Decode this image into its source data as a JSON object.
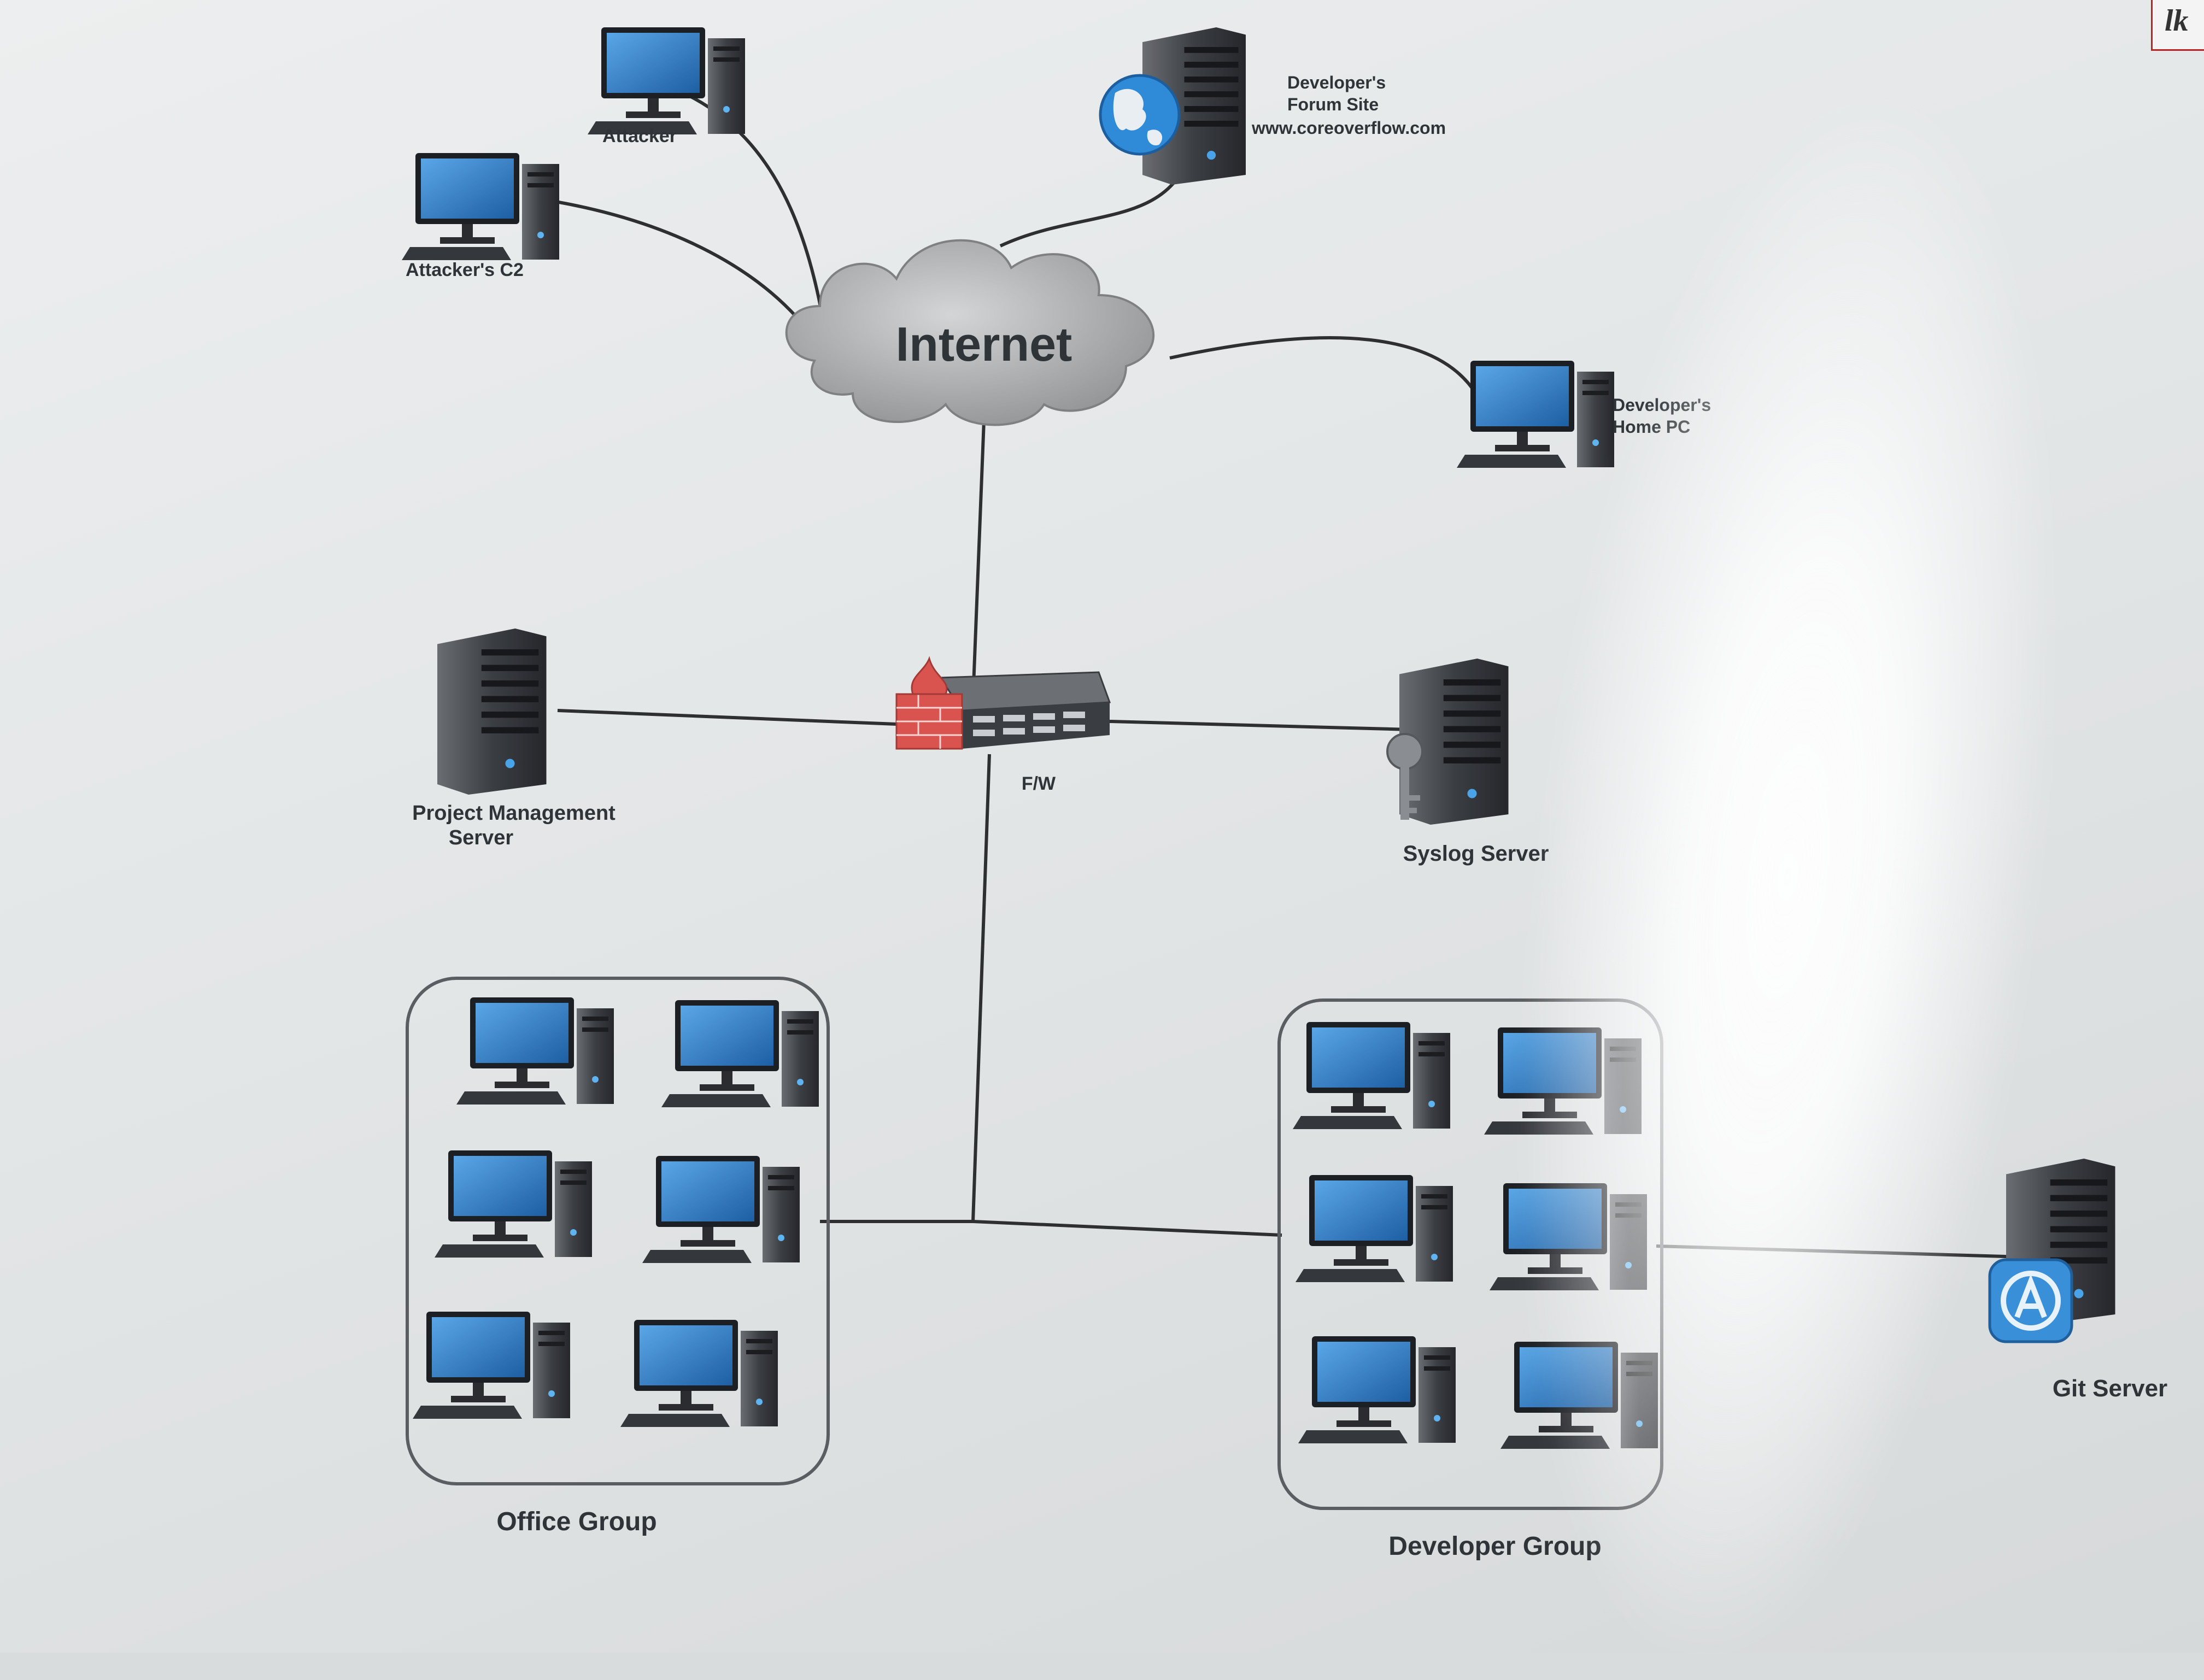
{
  "nodes": {
    "attacker": "Attacker",
    "attacker_c2": "Attacker's C2",
    "forum_line1": "Developer's",
    "forum_line2": "Forum Site",
    "forum_line3": "www.coreoverflow.com",
    "internet": "Internet",
    "dev_home_line1": "Developer's",
    "dev_home_line2": "Home PC",
    "firewall": "F/W",
    "pm_line1": "Project Management",
    "pm_line2": "Server",
    "syslog": "Syslog Server",
    "office_group": "Office Group",
    "developer_group": "Developer Group",
    "git_server": "Git Server"
  },
  "corner_mark": "lk",
  "colors": {
    "screen": "#2f79c4",
    "tower": "#3a3d42",
    "link": "#2e2f31",
    "firewall_brick": "#d9534f",
    "cloud": "#a7a9ab"
  }
}
